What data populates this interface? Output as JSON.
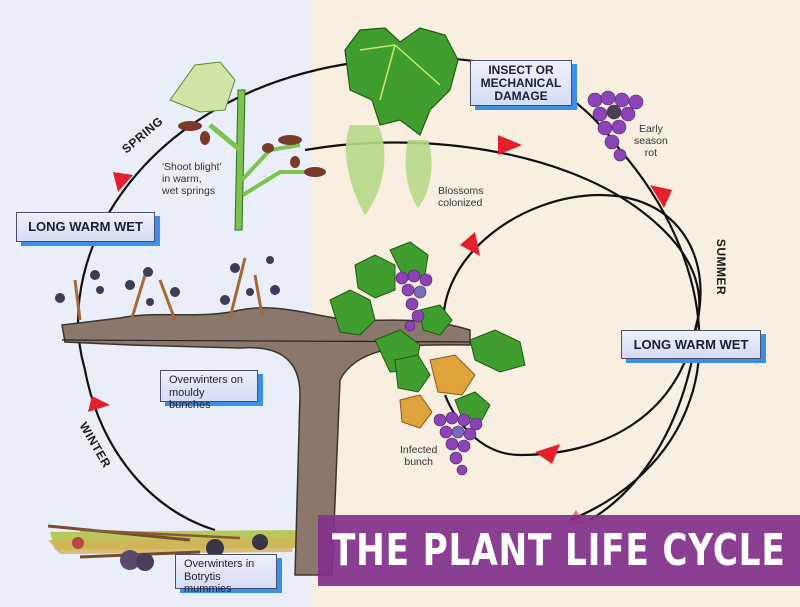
{
  "title": "THE PLANT LIFE CYCLE",
  "seasons": {
    "spring": "SPRING",
    "summer": "SUMMER",
    "winter": "WINTER"
  },
  "boxes": {
    "long_warm_wet_left": "LONG WARM WET",
    "long_warm_wet_right": "LONG WARM WET",
    "insect_damage": [
      "INSECT OR",
      "MECHANICAL",
      "DAMAGE"
    ],
    "overwinters_bunches": [
      "Overwinters on",
      "mouldy bunches"
    ],
    "overwinters_mummies": [
      "Overwinters in",
      "Botrytis mummies"
    ]
  },
  "notes": {
    "shoot_blight": [
      "'Shoot blight'",
      "in warm,",
      "wet springs"
    ],
    "blossoms": [
      "Blossoms",
      "colonized"
    ],
    "early_rot": [
      "Early",
      "season",
      "rot"
    ],
    "infected_bunch": [
      "Infected",
      "bunch"
    ]
  },
  "colors": {
    "arrow": "#e3202b",
    "banner": "#82328c",
    "leaf": "#3f9e2e",
    "grape": "#8a44b8",
    "trunk": "#8b776c",
    "label_shadow": "#3b8fe6"
  }
}
